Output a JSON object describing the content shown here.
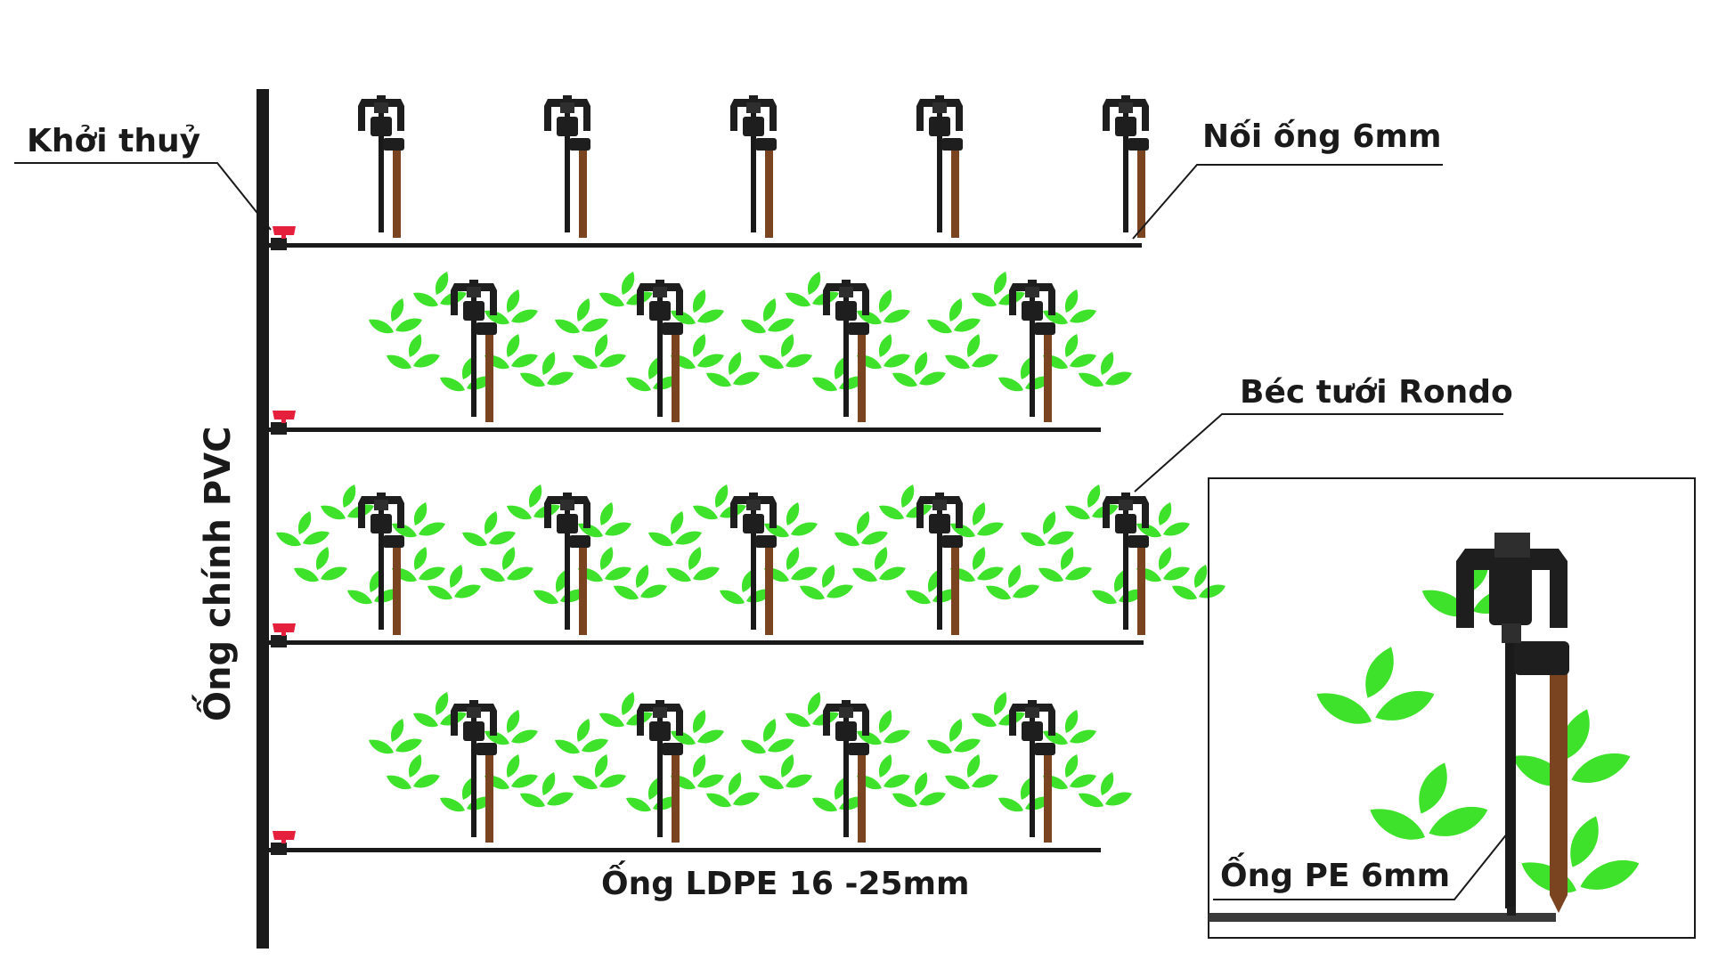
{
  "labels": {
    "valve": "Khởi thuỷ",
    "connector": "Nối ống 6mm",
    "sprinkler": "Béc tưới Rondo",
    "main_pipe": "Ống chính PVC",
    "lateral_pipe": "Ống LDPE 16 -25mm",
    "pe_tube": "Ống PE 6mm"
  },
  "colors": {
    "pipe": "#1a1a1a",
    "valve": "#e5203c",
    "stake": "#7a4420",
    "plant": "#3ee22a",
    "sprinkler": "#1e1e1e",
    "text": "#1a1a1a"
  },
  "rows": [
    {
      "name": "row-1",
      "sprinklers": 5,
      "plants": false
    },
    {
      "name": "row-2",
      "sprinklers": 4,
      "plants": true
    },
    {
      "name": "row-3",
      "sprinklers": 5,
      "plants": true
    },
    {
      "name": "row-4",
      "sprinklers": 4,
      "plants": true
    }
  ]
}
